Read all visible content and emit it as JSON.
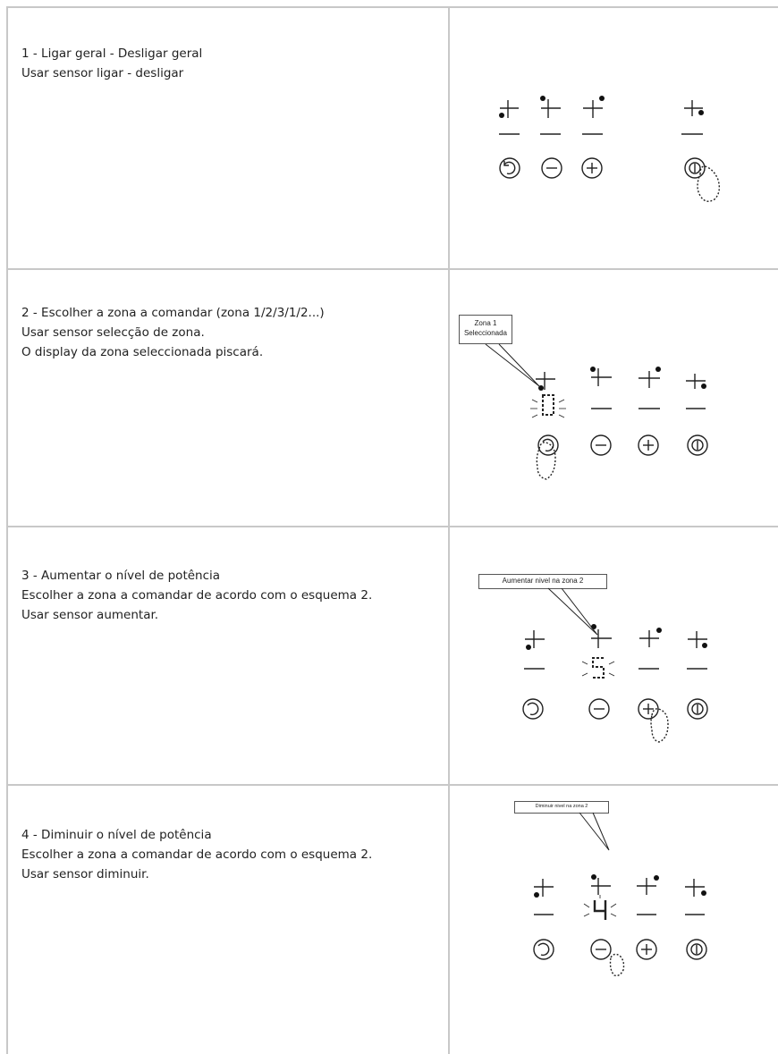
{
  "rows": [
    {
      "lines": [
        "1 - Ligar geral - Desligar geral",
        "Usar sensor ligar - desligar"
      ]
    },
    {
      "lines": [
        "2 - Escolher a zona a comandar (zona 1/2/3/1/2...)",
        "Usar sensor selecção de zona.",
        "O display da zona seleccionada piscará."
      ],
      "callout": [
        "Zona 1",
        "Seleccionada"
      ],
      "display_digit": "0"
    },
    {
      "lines": [
        "3 - Aumentar o nível de potência",
        "Escolher a zona a comandar de acordo com o esquema 2.",
        "Usar sensor aumentar."
      ],
      "callout": [
        "Aumentar nivel na zona 2"
      ],
      "display_digit": "5"
    },
    {
      "lines": [
        "4 - Diminuir o nível de potência",
        "Escolher a zona a comandar de acordo com o esquema 2.",
        "Usar sensor diminuir."
      ],
      "callout": [
        "Diminuir nivel na zona 2"
      ],
      "display_digit": "4"
    }
  ],
  "icons": {
    "zone_symbols": [
      "zone-bottom-left-icon",
      "zone-top-left-icon",
      "zone-top-right-icon",
      "zone-bottom-right-icon"
    ],
    "buttons": [
      "zone-select-icon",
      "minus-icon",
      "plus-icon",
      "power-icon"
    ],
    "pointer": "finger-pointer-icon"
  }
}
